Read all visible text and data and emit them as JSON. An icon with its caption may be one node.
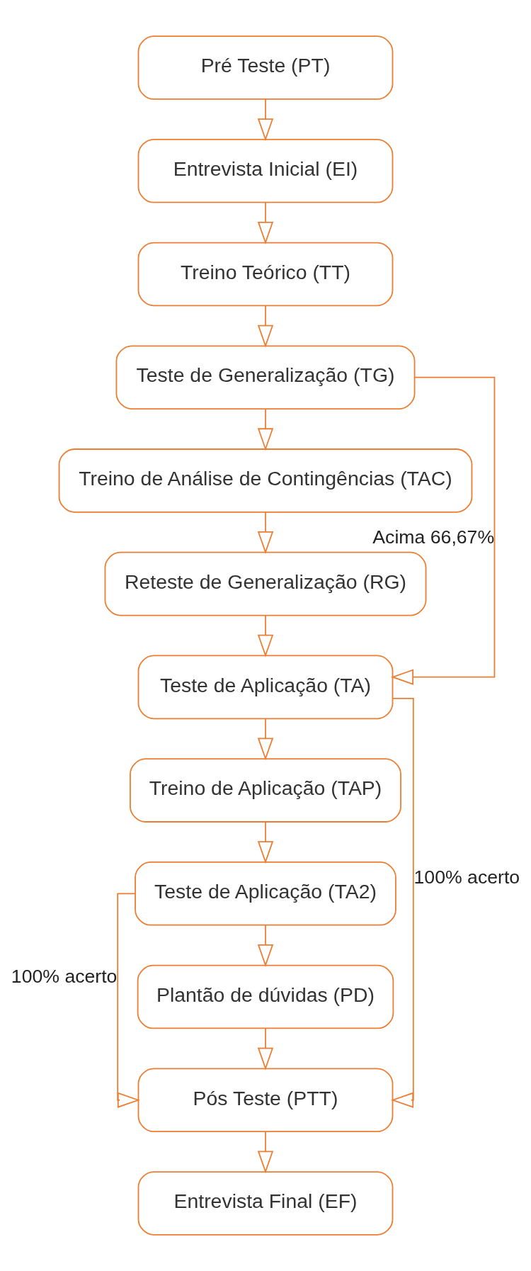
{
  "diagram": {
    "nodes": [
      {
        "text": [
          "Pré Teste (PT)"
        ]
      },
      {
        "text": [
          "Entrevista Inicial (EI)"
        ]
      },
      {
        "text": [
          "Treino Teórico (TT)"
        ]
      },
      {
        "text": [
          "Teste de Generalização (TG)"
        ]
      },
      {
        "text": [
          "Treino de Análise de Contingências (TAC)"
        ]
      },
      {
        "text": [
          "Reteste de Generalização (RG)"
        ]
      },
      {
        "text": [
          "Teste de Aplicação (TA)"
        ]
      },
      {
        "text": [
          "Treino de Aplicação (TAP)"
        ]
      },
      {
        "text": [
          "Teste de Aplicação (TA2)"
        ]
      },
      {
        "text": [
          "Plantão de dúvidas (PD)"
        ]
      },
      {
        "text": [
          "Pós Teste (PTT)"
        ]
      },
      {
        "text": [
          "Entrevista Final (EF)"
        ]
      }
    ],
    "edges": [
      {
        "from": 0,
        "to": 1,
        "arrow": "to"
      },
      {
        "from": 1,
        "to": 2,
        "arrow": "to"
      },
      {
        "from": 2,
        "to": 3,
        "arrow": "to"
      },
      {
        "from": 3,
        "to": 4,
        "arrow": "to"
      },
      {
        "from": 4,
        "to": 5,
        "arrow": "to"
      },
      {
        "from": 5,
        "to": 6,
        "arrow": "to"
      },
      {
        "from": 3,
        "to": 6,
        "arrow": "to",
        "label": "Acima 66,67%"
      },
      {
        "from": 6,
        "to": 7,
        "arrow": "to"
      },
      {
        "from": 7,
        "to": 8,
        "arrow": "to"
      },
      {
        "from": 8,
        "to": 9,
        "arrow": "to"
      },
      {
        "from": 6,
        "to": 10,
        "arrow": "to",
        "label": "100% acerto"
      },
      {
        "from": 8,
        "to": 10,
        "arrow": "to",
        "label": "100% acerto"
      },
      {
        "from": 9,
        "to": 10,
        "arrow": "to"
      },
      {
        "from": 10,
        "to": 11,
        "arrow": "to"
      }
    ]
  }
}
